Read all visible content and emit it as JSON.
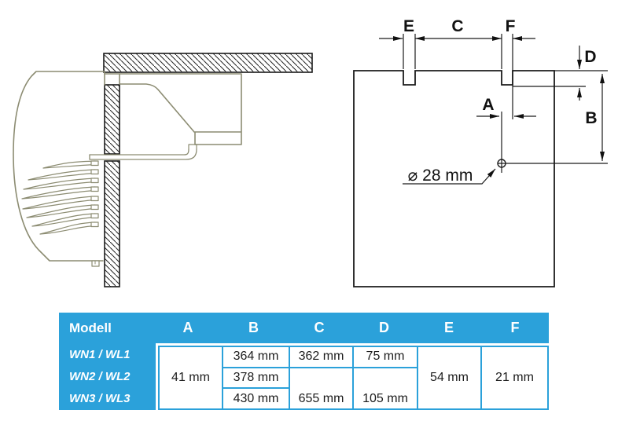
{
  "figure": {
    "dim_labels": {
      "e": "E",
      "c": "C",
      "f": "F",
      "d": "D",
      "a": "A",
      "b": "B"
    },
    "hole_label": "⌀ 28 mm"
  },
  "table": {
    "header": {
      "model": "Modell",
      "a": "A",
      "b": "B",
      "c": "C",
      "d": "D",
      "e": "E",
      "f": "F"
    },
    "models": [
      "WN1 / WL1",
      "WN2 / WL2",
      "WN3 / WL3"
    ],
    "values": {
      "a": "41 mm",
      "b": [
        "364 mm",
        "378 mm",
        "430 mm"
      ],
      "c_row1": "362 mm",
      "c_rows23": "655 mm",
      "d_row1": "75 mm",
      "d_rows23": "105 mm",
      "e": "54 mm",
      "f": "21 mm"
    }
  },
  "colors": {
    "accent_blue": "#2ba1da",
    "line": "#1b1b1b",
    "unit_outline": "#8c8c72"
  }
}
